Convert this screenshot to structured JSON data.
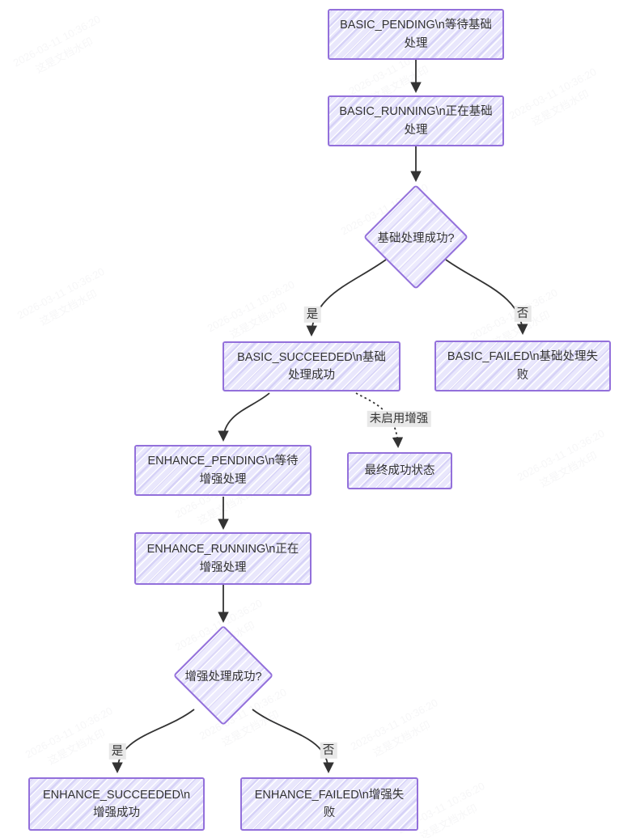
{
  "style": {
    "node_fill": "#ECECFF",
    "node_border": "#9370DB",
    "edge_color": "#333333",
    "edge_label_bg": "#e8e8e8",
    "text_color": "#333333",
    "background": "#ffffff"
  },
  "watermark": {
    "line1": "2026-03-11 10:36:20",
    "line2": "这是文档水印"
  },
  "nodes": {
    "basic_pending": {
      "label": "BASIC_PENDING\\n等待基础处理"
    },
    "basic_running": {
      "label": "BASIC_RUNNING\\n正在基础处理"
    },
    "basic_decision": {
      "label": "基础处理成功?"
    },
    "basic_succeeded": {
      "label": "BASIC_SUCCEEDED\\n基础处理成功"
    },
    "basic_failed": {
      "label": "BASIC_FAILED\\n基础处理失败"
    },
    "enhance_pending": {
      "label": "ENHANCE_PENDING\\n等待增强处理"
    },
    "enhance_running": {
      "label": "ENHANCE_RUNNING\\n正在增强处理"
    },
    "final_success": {
      "label": "最终成功状态"
    },
    "enhance_decision": {
      "label": "增强处理成功?"
    },
    "enhance_succeeded": {
      "label": "ENHANCE_SUCCEEDED\\n增强成功"
    },
    "enhance_failed": {
      "label": "ENHANCE_FAILED\\n增强失败"
    }
  },
  "edge_labels": {
    "basic_yes": "是",
    "basic_no": "否",
    "enhance_disabled": "未启用增强",
    "enhance_yes": "是",
    "enhance_no": "否"
  }
}
